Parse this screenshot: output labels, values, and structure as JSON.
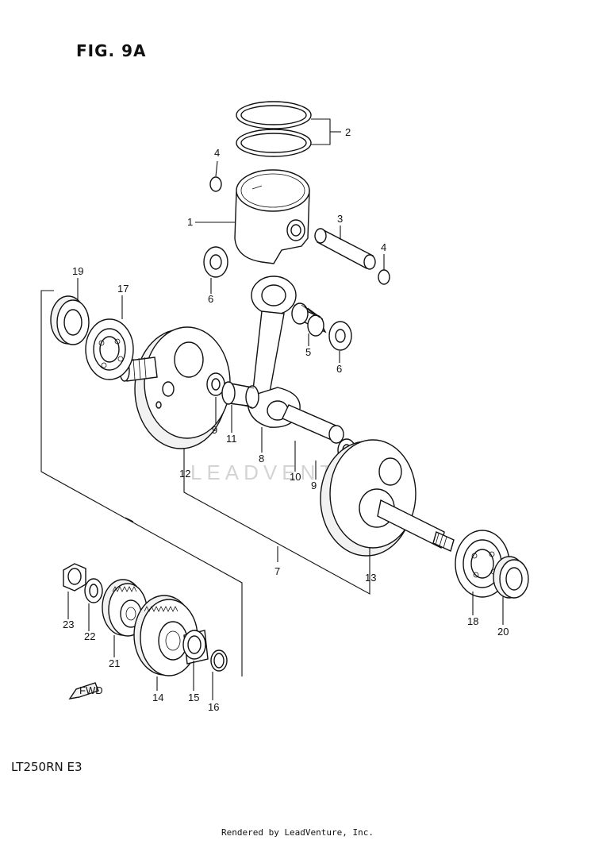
{
  "title": "FIG. 9A",
  "model_code": "LT250RN  E3",
  "footer": "Rendered by LeadVenture, Inc.",
  "watermark": "LEADVENTURE",
  "fwd_label": "FWD",
  "callouts": {
    "c1": "1",
    "c2": "2",
    "c3": "3",
    "c4a": "4",
    "c4b": "4",
    "c5": "5",
    "c6a": "6",
    "c6b": "6",
    "c7": "7",
    "c8": "8",
    "c9a": "9",
    "c9b": "9",
    "c10": "10",
    "c11": "11",
    "c12": "12",
    "c13": "13",
    "c14": "14",
    "c15": "15",
    "c16": "16",
    "c17": "17",
    "c18": "18",
    "c19": "19",
    "c20": "20",
    "c21": "21",
    "c22": "22",
    "c23": "23"
  }
}
